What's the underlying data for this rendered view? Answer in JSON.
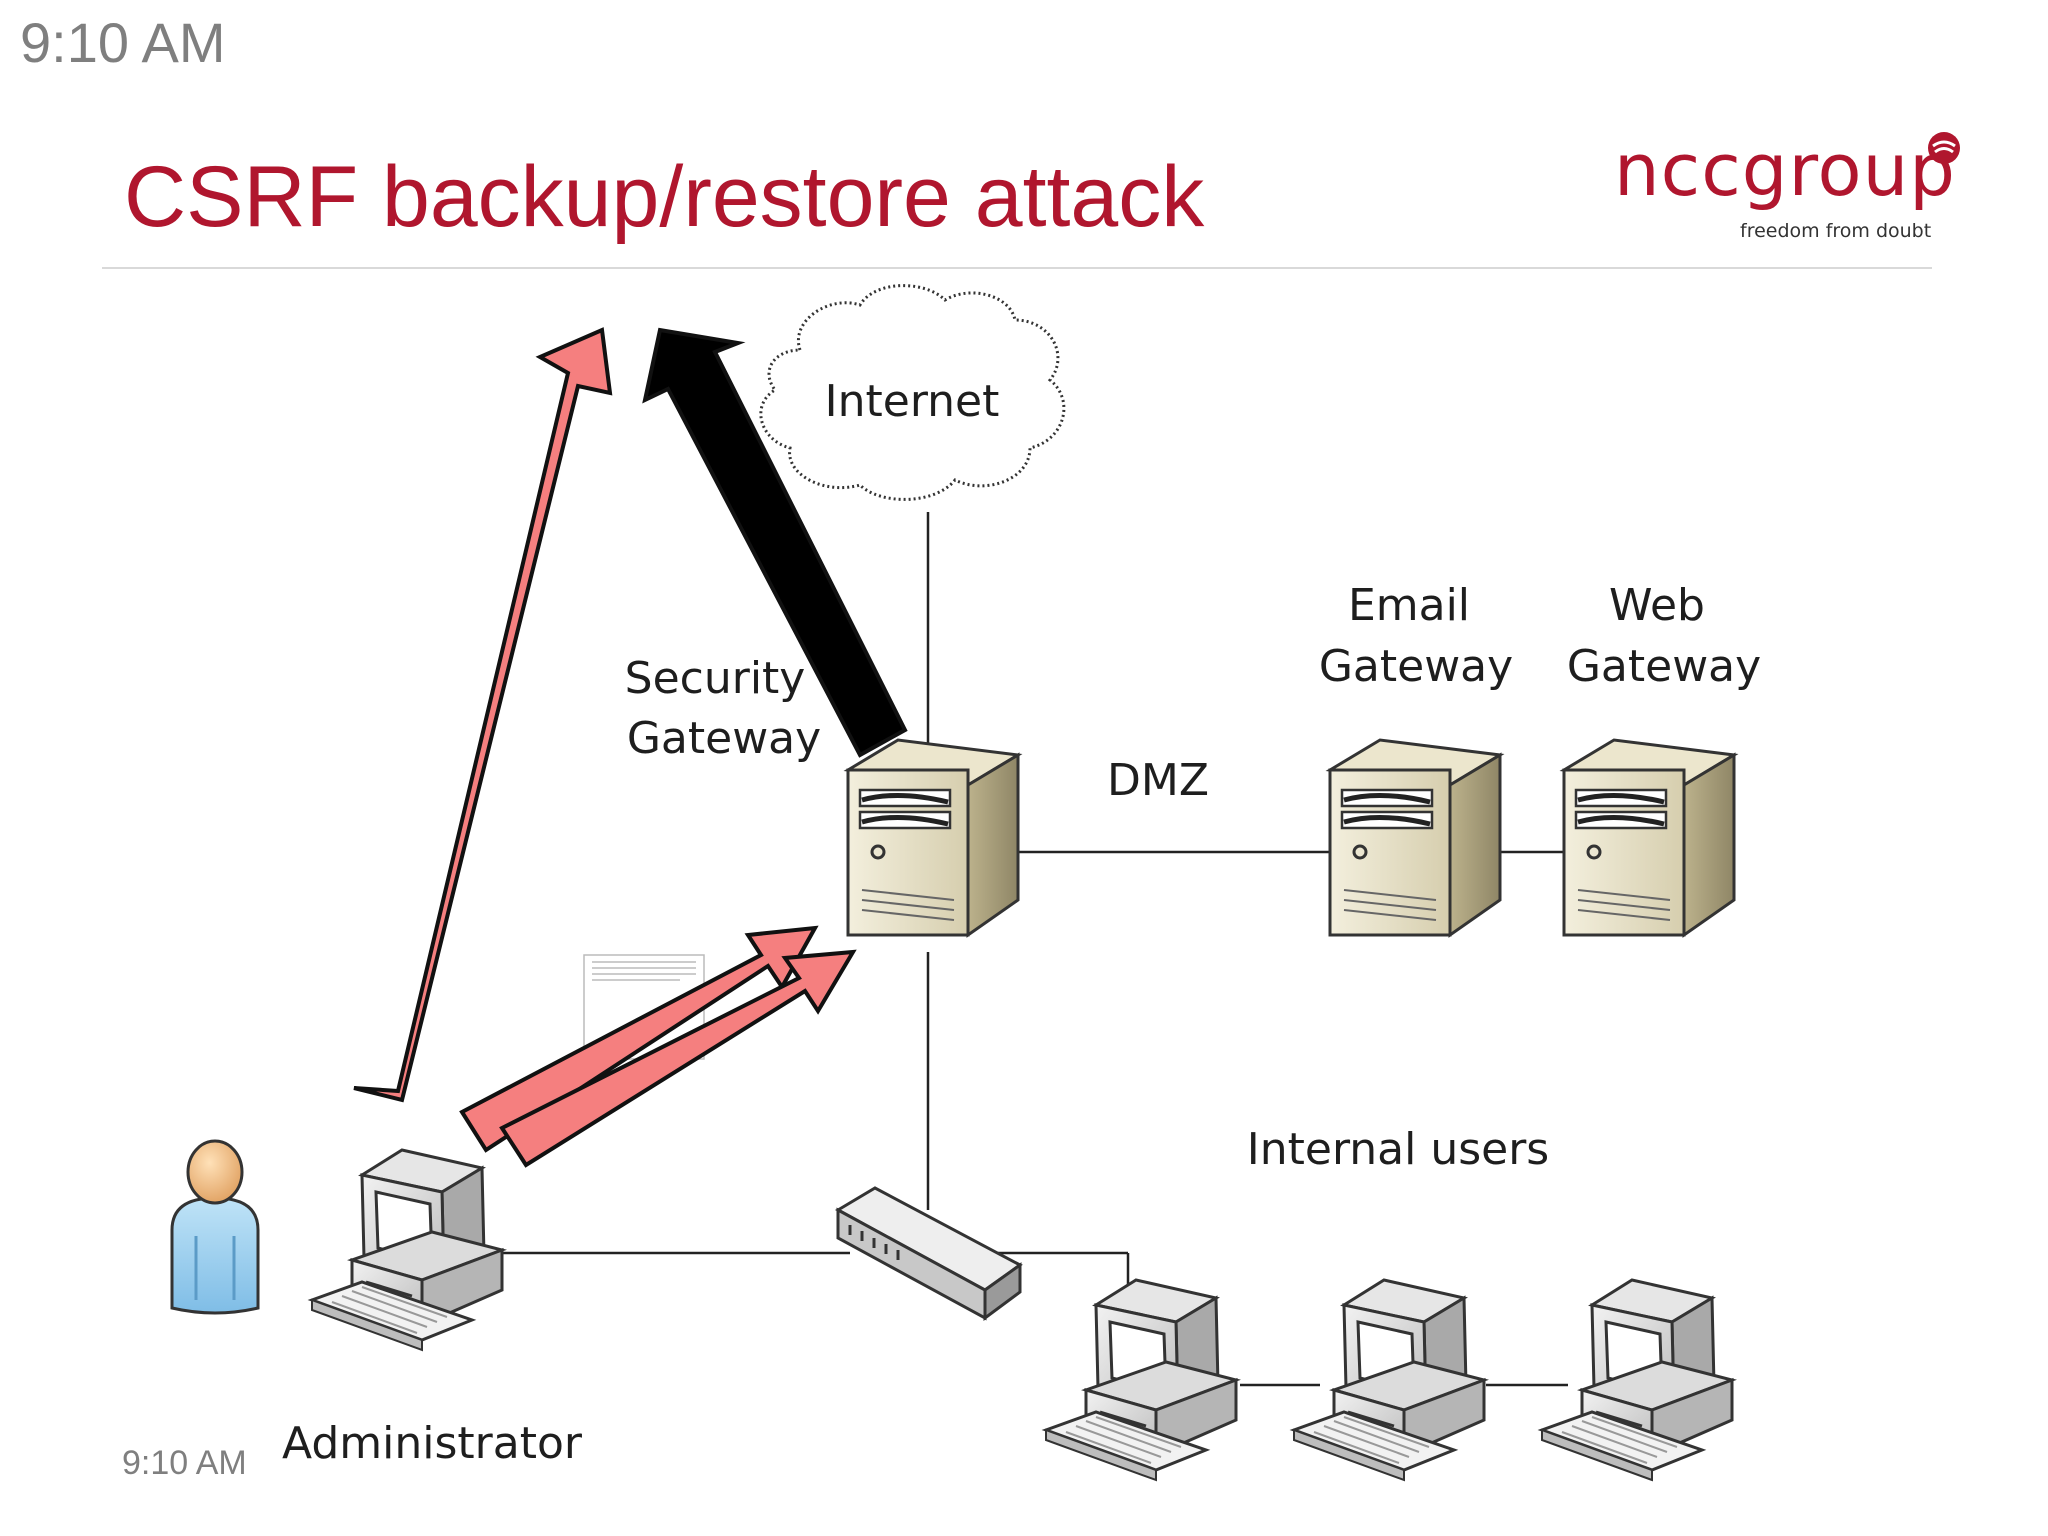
{
  "clock": {
    "top": "9:10 AM",
    "bottom": "9:10 AM"
  },
  "slide": {
    "title": "CSRF backup/restore attack",
    "title_color": "#b0162e"
  },
  "logo": {
    "name": "nccgroup",
    "tagline": "freedom from doubt"
  },
  "diagram": {
    "nodes": {
      "internet": "Internet",
      "security_gateway": [
        "Security",
        "Gateway"
      ],
      "dmz": "DMZ",
      "email_gateway": [
        "Email",
        "Gateway"
      ],
      "web_gateway": [
        "Web",
        "Gateway"
      ],
      "internal_users": "Internal users",
      "administrator": "Administrator"
    },
    "arrows": [
      {
        "from": "administrator",
        "to": "internet",
        "color": "#f57f7f",
        "meaning": "admin request out"
      },
      {
        "from": "security_gateway",
        "to": "internet",
        "color": "#000000",
        "meaning": "gateway to internet"
      },
      {
        "from": "administrator",
        "to": "security_gateway",
        "color": "#f57f7f",
        "meaning": "admin to gateway"
      },
      {
        "from": "administrator",
        "to": "security_gateway",
        "color": "#f57f7f",
        "meaning": "admin to gateway"
      }
    ],
    "icons": [
      "cloud-icon",
      "server-icon",
      "network-switch-icon",
      "desktop-computer-icon",
      "keyboard-icon",
      "user-icon"
    ]
  }
}
